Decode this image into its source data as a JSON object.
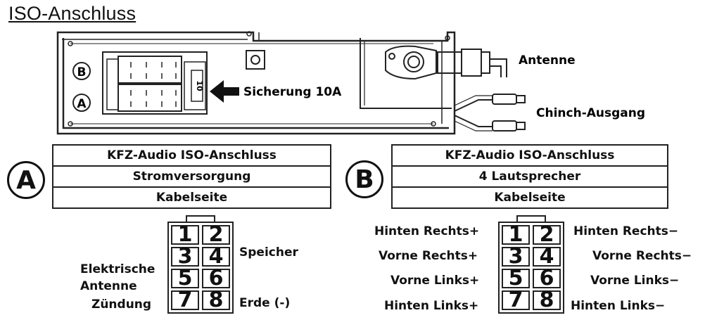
{
  "title": "ISO-Anschluss",
  "diagram": {
    "port_b": "B",
    "port_a": "A",
    "fuse_text": "10",
    "fuse_label": "Sicherung 10A",
    "antenna_label": "Antenne",
    "cinch_label": "Chinch-Ausgang"
  },
  "section_a": {
    "badge": "A",
    "rows": [
      "KFZ-Audio ISO-Anschluss",
      "Stromversorgung",
      "Kabelseite"
    ],
    "pins": [
      "1",
      "2",
      "3",
      "4",
      "5",
      "6",
      "7",
      "8"
    ],
    "labels": {
      "pin4": "Speicher",
      "pin5_line1": "Elektrische",
      "pin5_line2": "Antenne",
      "pin7": "Zündung",
      "pin8": "Erde (-)"
    }
  },
  "section_b": {
    "badge": "B",
    "rows": [
      "KFZ-Audio ISO-Anschluss",
      "4 Lautsprecher",
      "Kabelseite"
    ],
    "pins": [
      "1",
      "2",
      "3",
      "4",
      "5",
      "6",
      "7",
      "8"
    ],
    "labels": {
      "pin1": "Hinten Rechts+",
      "pin2": "Hinten Rechts−",
      "pin3": "Vorne Rechts+",
      "pin4": "Vorne Rechts−",
      "pin5": "Vorne Links+",
      "pin6": "Vorne Links−",
      "pin7": "Hinten Links+",
      "pin8": "Hinten Links−"
    }
  }
}
